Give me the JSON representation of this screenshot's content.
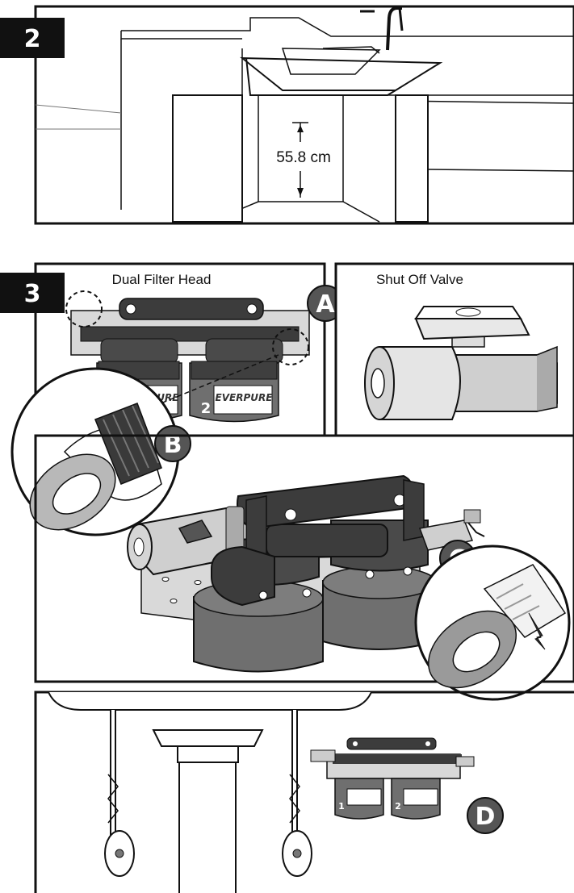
{
  "steps": {
    "step2": "2",
    "step3": "3"
  },
  "measurement": "55.8 cm",
  "labels": {
    "filter_head": "Dual Filter Head",
    "shutoff_valve": "Shut Off Valve"
  },
  "callouts": {
    "a": "A",
    "b": "B",
    "c": "C",
    "d": "D"
  },
  "cartridge": {
    "brand": "EVERPURE",
    "num1": "1",
    "num2": "2"
  },
  "colors": {
    "ink": "#111111",
    "dark_plastic": "#3c3c3c",
    "mid_gray": "#6f6f6f",
    "light_gray": "#cfcfcf",
    "callout": "#555555"
  }
}
